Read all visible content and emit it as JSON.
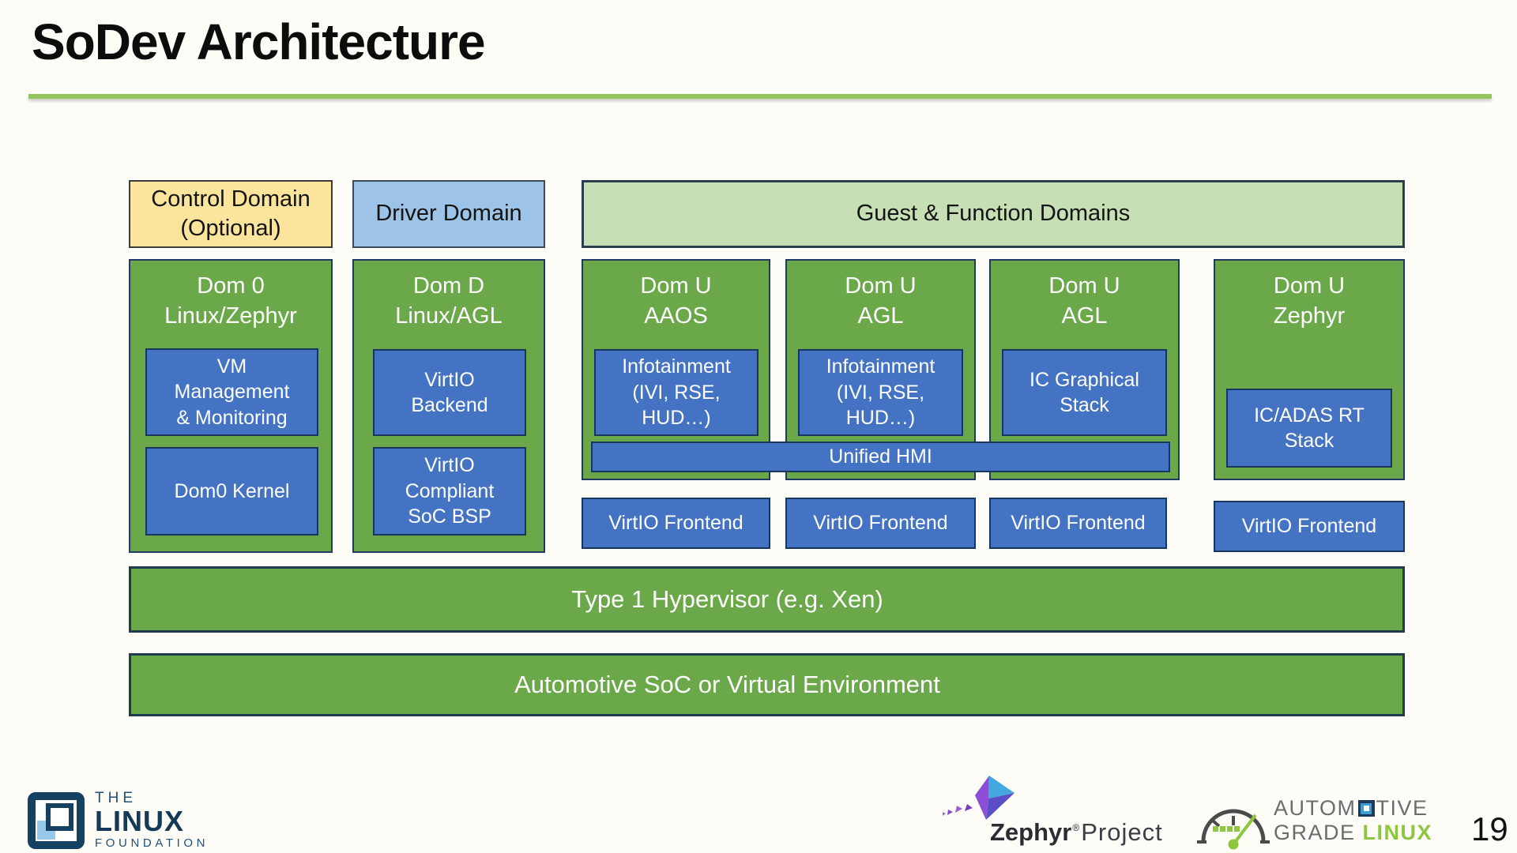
{
  "slide": {
    "title": "SoDev Architecture",
    "page_number": "19"
  },
  "headers": {
    "control": "Control Domain\n(Optional)",
    "driver": "Driver Domain",
    "guest": "Guest & Function Domains"
  },
  "columns": {
    "dom0": {
      "title": "Dom 0\nLinux/Zephyr",
      "box1": "VM\nManagement\n& Monitoring",
      "box2": "Dom0 Kernel"
    },
    "domD": {
      "title": "Dom D\nLinux/AGL",
      "box1": "VirtIO\nBackend",
      "box2": "VirtIO\nCompliant\nSoC BSP"
    },
    "domU1": {
      "title": "Dom U\nAAOS",
      "box1": "Infotainment\n(IVI, RSE,\nHUD…)"
    },
    "domU2": {
      "title": "Dom U\nAGL",
      "box1": "Infotainment\n(IVI, RSE,\nHUD…)"
    },
    "domU3": {
      "title": "Dom U\nAGL",
      "box1": "IC Graphical\nStack"
    },
    "domU4": {
      "title": "Dom U\nZephyr",
      "box1": "IC/ADAS RT\nStack"
    }
  },
  "bars": {
    "unified_hmi": "Unified HMI",
    "virtio_frontend": "VirtIO Frontend",
    "hypervisor": "Type 1 Hypervisor (e.g. Xen)",
    "soc": "Automotive SoC or Virtual Environment"
  },
  "footer": {
    "linux_foundation": {
      "the": "THE",
      "linux": "LINUX",
      "foundation": "FOUNDATION"
    },
    "zephyr": {
      "name": "Zephyr",
      "reg": "®",
      "project": "Project"
    },
    "agl": {
      "auto_pre": "AUTOM",
      "auto_post": "TIVE",
      "grade": "GRADE ",
      "linux": "LINUX"
    }
  },
  "colors": {
    "box_green": "#6ba84a",
    "box_blue": "#4573c4",
    "header_yellow": "#fbe49c",
    "header_blue": "#9dc3e6",
    "header_green": "#c6dfb4",
    "rule_green": "#93c55e",
    "border_navy": "#1f3864",
    "agl_green": "#8dc63f",
    "lf_navy": "#16405f",
    "lf_light_blue": "#96c8ea"
  }
}
